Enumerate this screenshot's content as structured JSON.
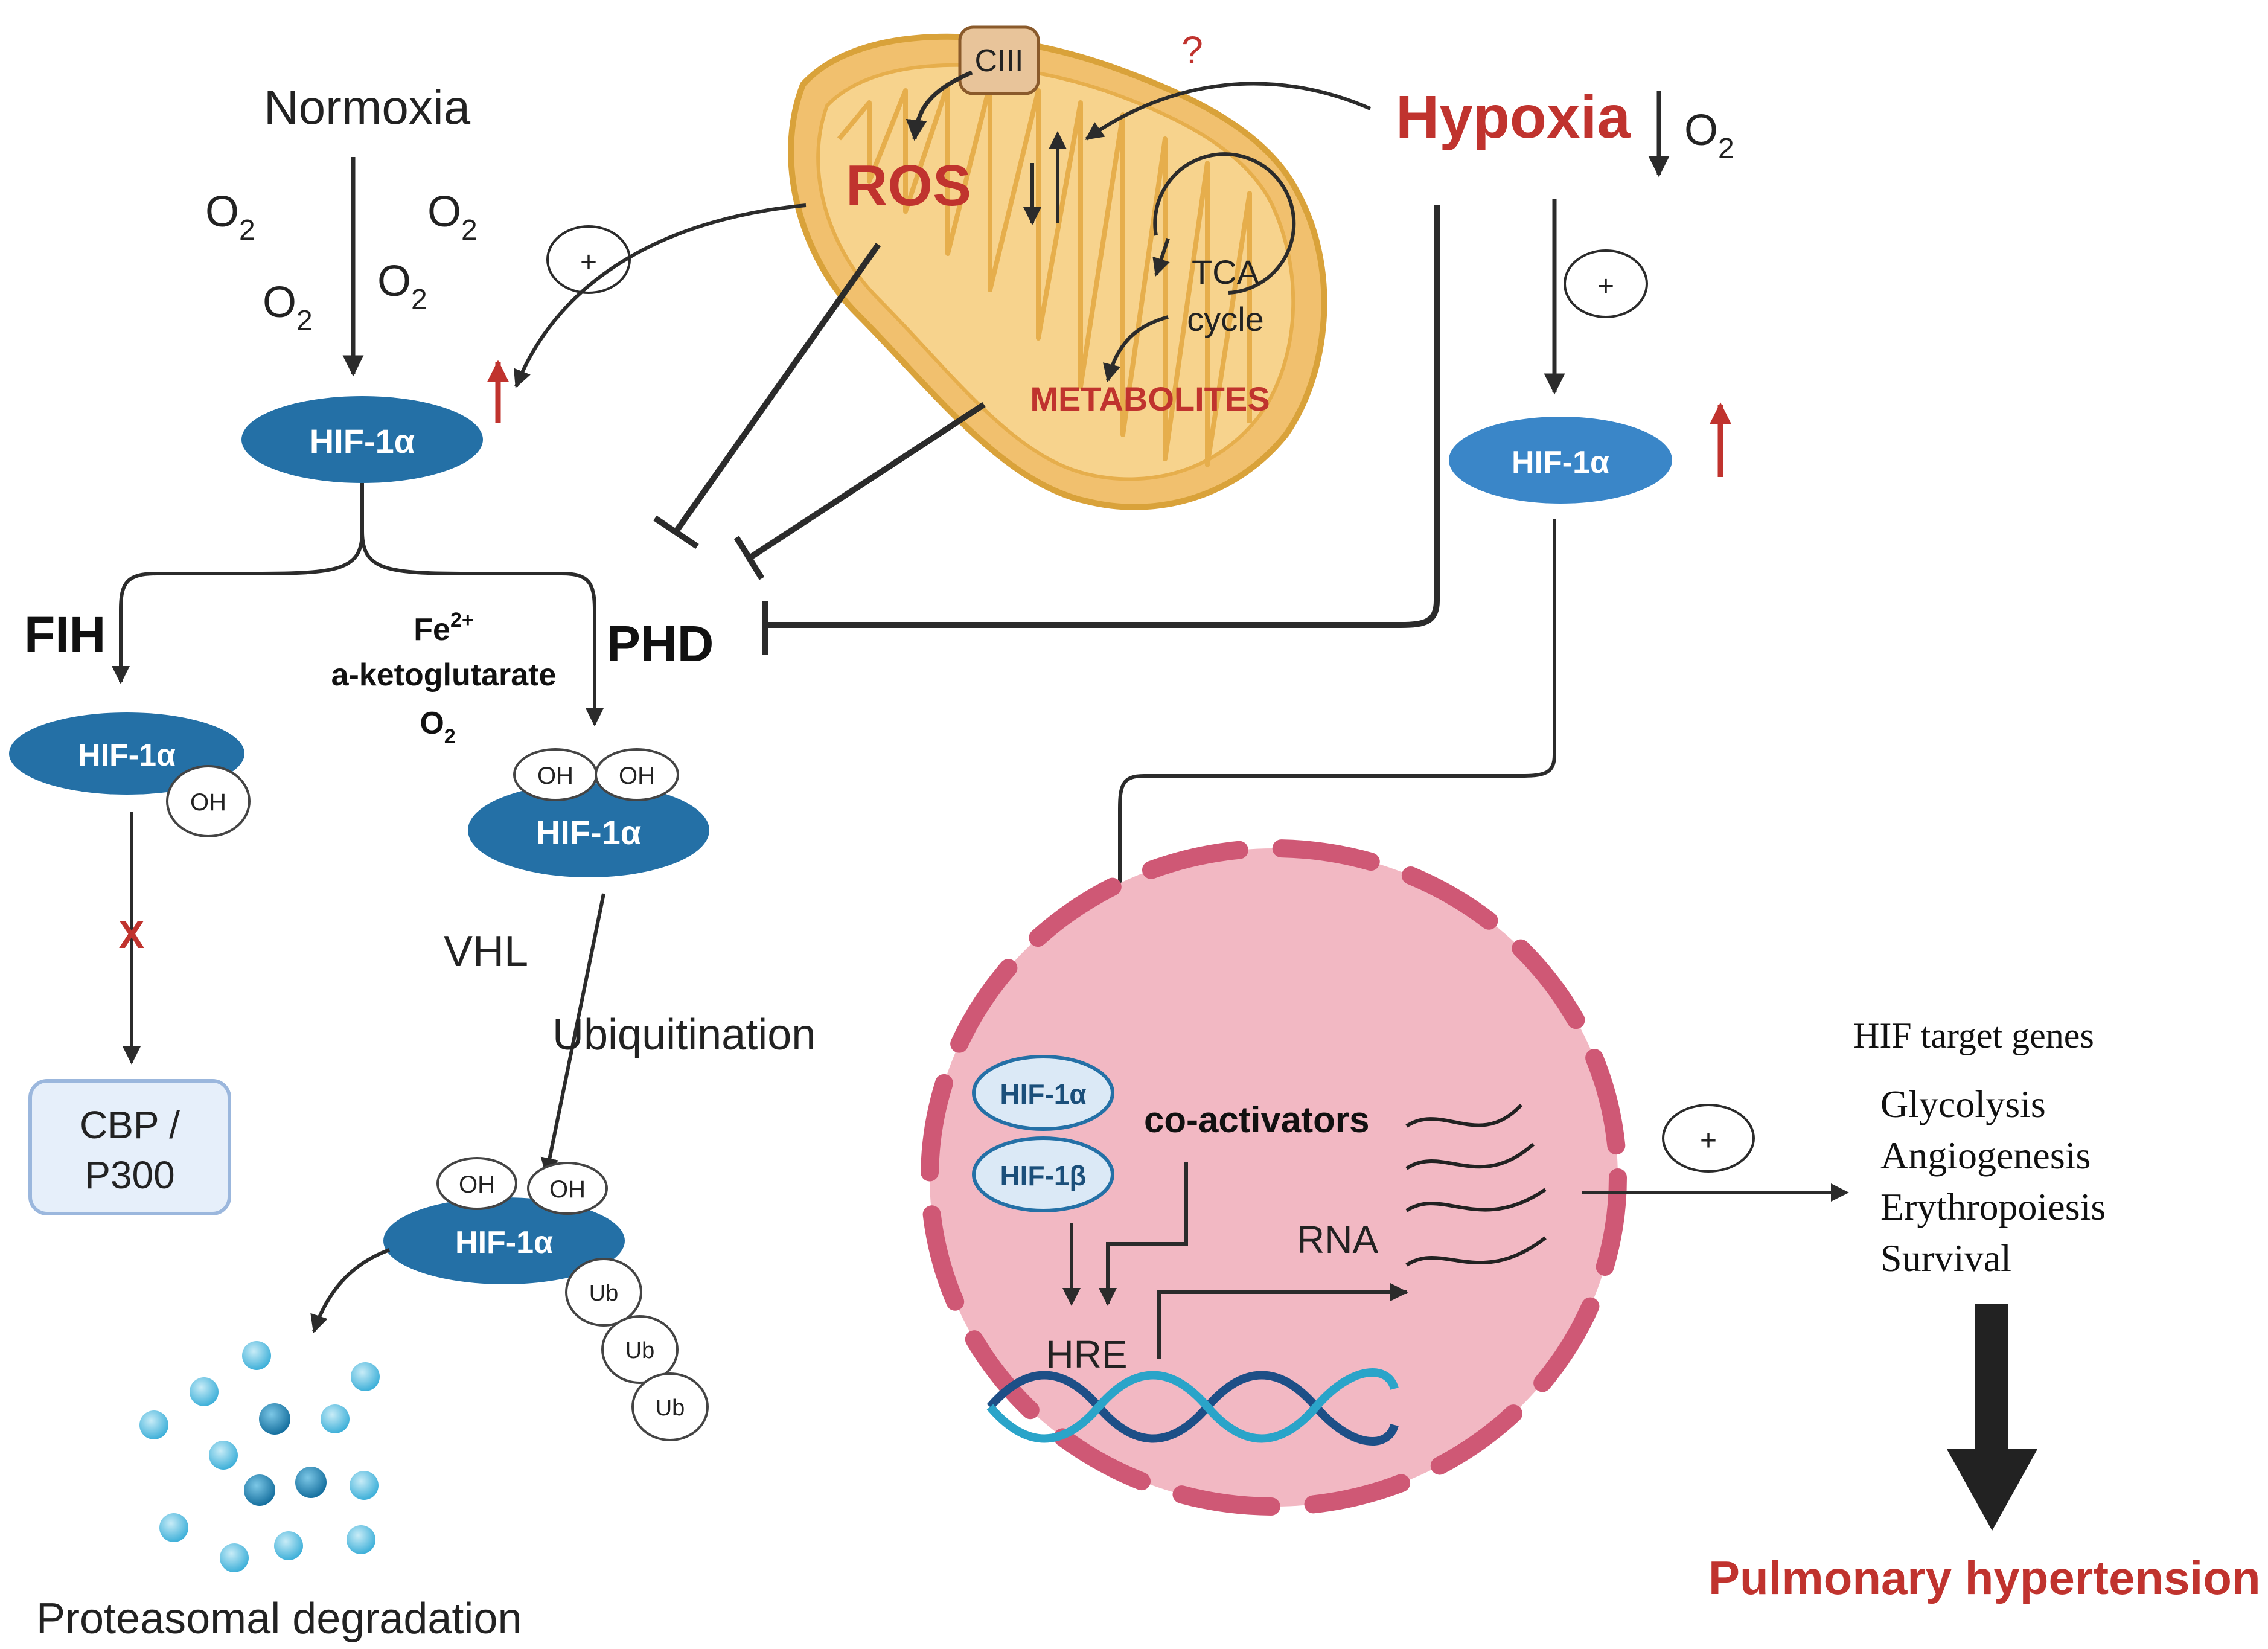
{
  "normoxia": {
    "title": "Normoxia",
    "o2": [
      "O",
      "O",
      "O",
      "O"
    ],
    "o2_sub": "2",
    "plus": "+"
  },
  "mito": {
    "complex": "CIII",
    "question": "?",
    "ros": "ROS",
    "tca_1": "TCA",
    "tca_2": "cycle",
    "metabolites": "METABOLITES"
  },
  "hypoxia": {
    "title": "Hypoxia",
    "o2": "O",
    "o2_sub": "2",
    "plus": "+"
  },
  "hif": {
    "alpha": "HIF-1α",
    "beta": "HIF-1β",
    "oh": "OH",
    "ub": "Ub"
  },
  "pathway": {
    "fih": "FIH",
    "phd": "PHD",
    "fe": "Fe",
    "fe_sup": "2+",
    "aketo": "a-ketoglutarate",
    "o2": "O",
    "o2_sub": "2",
    "x_mark": "X",
    "cbp_1": "CBP /",
    "cbp_2": "P300",
    "vhl": "VHL",
    "ubiquitination": "Ubiquitination",
    "proteasomal": "Proteasomal degradation"
  },
  "nucleus": {
    "coactivators": "co-activators",
    "rna": "RNA",
    "hre": "HRE",
    "plus": "+"
  },
  "targets": {
    "title": "HIF target genes",
    "genes": [
      "Glycolysis",
      "Angiogenesis",
      "Erythropoiesis",
      "Survival"
    ],
    "outcome": "Pulmonary hypertension"
  },
  "colors": {
    "hif_blue": "#2470a6",
    "red_text": "#c0332e",
    "mito_fill": "#f1c06e",
    "mito_stroke": "#d9a23a",
    "nucleus_fill": "#f2b8c3",
    "nucleus_stroke": "#cf5875",
    "arrow": "#2b2b2b"
  }
}
